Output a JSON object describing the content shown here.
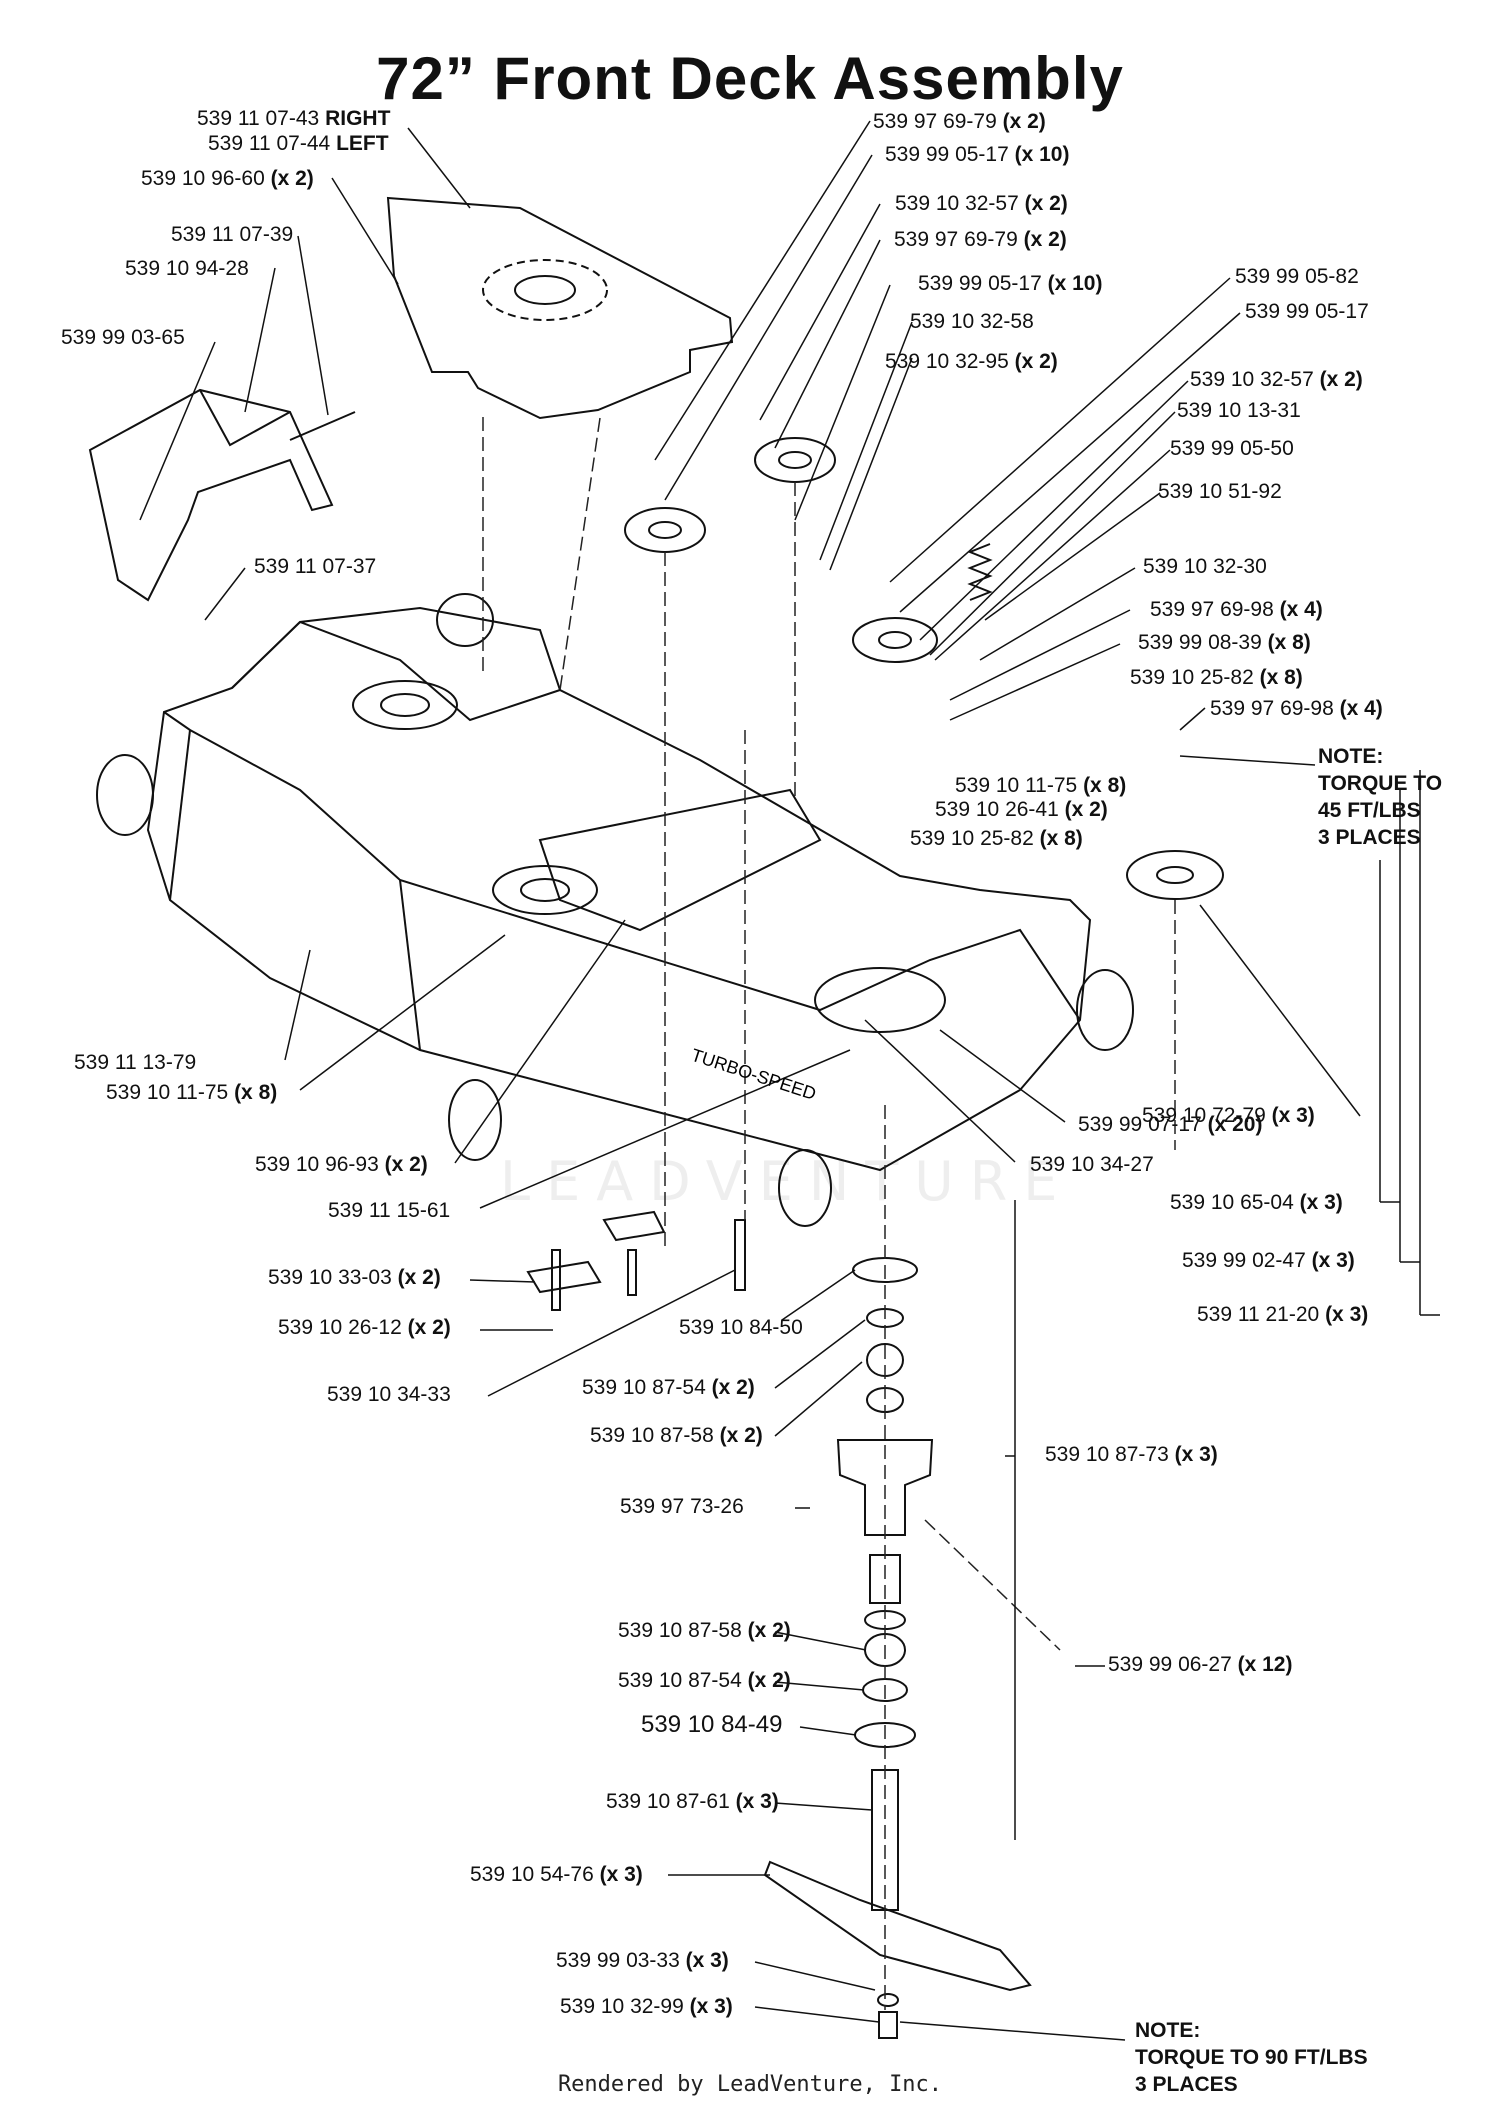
{
  "title": "72” Front Deck Assembly",
  "footer": "Rendered by LeadVenture, Inc.",
  "watermark": "LEADVENTURE",
  "deck_decal": "TURBO-SPEED",
  "labels": [
    {
      "part": "539 11 07-43",
      "qty": "RIGHT"
    },
    {
      "part": "539 11 07-44",
      "qty": "LEFT"
    },
    {
      "part": "539 10 96-60",
      "qty": "(x 2)"
    },
    {
      "part": "539 11 07-39",
      "qty": ""
    },
    {
      "part": "539 10 94-28",
      "qty": ""
    },
    {
      "part": "539 99 03-65",
      "qty": ""
    },
    {
      "part": "539 11 07-37",
      "qty": ""
    },
    {
      "part": "539 97 69-79",
      "qty": "(x 2)"
    },
    {
      "part": "539 99 05-17",
      "qty": "(x 10)"
    },
    {
      "part": "539 10 32-57",
      "qty": "(x 2)"
    },
    {
      "part": "539 97 69-79",
      "qty": "(x 2)"
    },
    {
      "part": "539 99 05-17",
      "qty": "(x 10)"
    },
    {
      "part": "539 10 32-58",
      "qty": ""
    },
    {
      "part": "539 10 32-95",
      "qty": "(x 2)"
    },
    {
      "part": "539 99 05-82",
      "qty": ""
    },
    {
      "part": "539 99 05-17",
      "qty": ""
    },
    {
      "part": "539 10 32-57",
      "qty": "(x 2)"
    },
    {
      "part": "539 10 13-31",
      "qty": ""
    },
    {
      "part": "539 99 05-50",
      "qty": ""
    },
    {
      "part": "539 10 51-92",
      "qty": ""
    },
    {
      "part": "539 10 32-30",
      "qty": ""
    },
    {
      "part": "539 97 69-98",
      "qty": "(x 4)"
    },
    {
      "part": "539 99 08-39",
      "qty": "(x 8)"
    },
    {
      "part": "539 10 25-82",
      "qty": "(x 8)"
    },
    {
      "part": "539 97 69-98",
      "qty": "(x 4)"
    },
    {
      "part": "539 10 11-75",
      "qty": "(x 8)"
    },
    {
      "part": "539 10 26-41",
      "qty": "(x 2)"
    },
    {
      "part": "539 10 25-82",
      "qty": "(x 8)"
    },
    {
      "part": "539 11 13-79",
      "qty": ""
    },
    {
      "part": "539 10 11-75",
      "qty": "(x 8)"
    },
    {
      "part": "539 10 72-79",
      "qty": "(x 3)"
    },
    {
      "part": "539 99 07-17",
      "qty": "(x 20)"
    },
    {
      "part": "539 10 96-93",
      "qty": "(x 2)"
    },
    {
      "part": "539 10 34-27",
      "qty": ""
    },
    {
      "part": "539 11 15-61",
      "qty": ""
    },
    {
      "part": "539 10 65-04",
      "qty": "(x 3)"
    },
    {
      "part": "539 99 02-47",
      "qty": "(x 3)"
    },
    {
      "part": "539 11 21-20",
      "qty": "(x 3)"
    },
    {
      "part": "539 10 33-03",
      "qty": "(x 2)"
    },
    {
      "part": "539 10 26-12",
      "qty": "(x 2)"
    },
    {
      "part": "539 10 84-50",
      "qty": ""
    },
    {
      "part": "539 10 34-33",
      "qty": ""
    },
    {
      "part": "539 10 87-54",
      "qty": "(x 2)"
    },
    {
      "part": "539 10 87-58",
      "qty": "(x 2)"
    },
    {
      "part": "539 10 87-73",
      "qty": "(x 3)"
    },
    {
      "part": "539 97 73-26",
      "qty": ""
    },
    {
      "part": "539 99 06-27",
      "qty": "(x 12)"
    },
    {
      "part": "539 10 87-58",
      "qty": "(x 2)"
    },
    {
      "part": "539 10 87-54",
      "qty": "(x 2)"
    },
    {
      "part": "539 10 84-49",
      "qty": ""
    },
    {
      "part": "539 10 87-61",
      "qty": "(x 3)"
    },
    {
      "part": "539 10 54-76",
      "qty": "(x 3)"
    },
    {
      "part": "539 99 03-33",
      "qty": "(x 3)"
    },
    {
      "part": "539 10 32-99",
      "qty": "(x 3)"
    }
  ],
  "notes": [
    {
      "lines": [
        "NOTE:",
        "TORQUE TO",
        "45 FT/LBS",
        "3 PLACES"
      ]
    },
    {
      "lines": [
        "NOTE:",
        "TORQUE TO 90 FT/LBS",
        "3 PLACES"
      ]
    }
  ]
}
